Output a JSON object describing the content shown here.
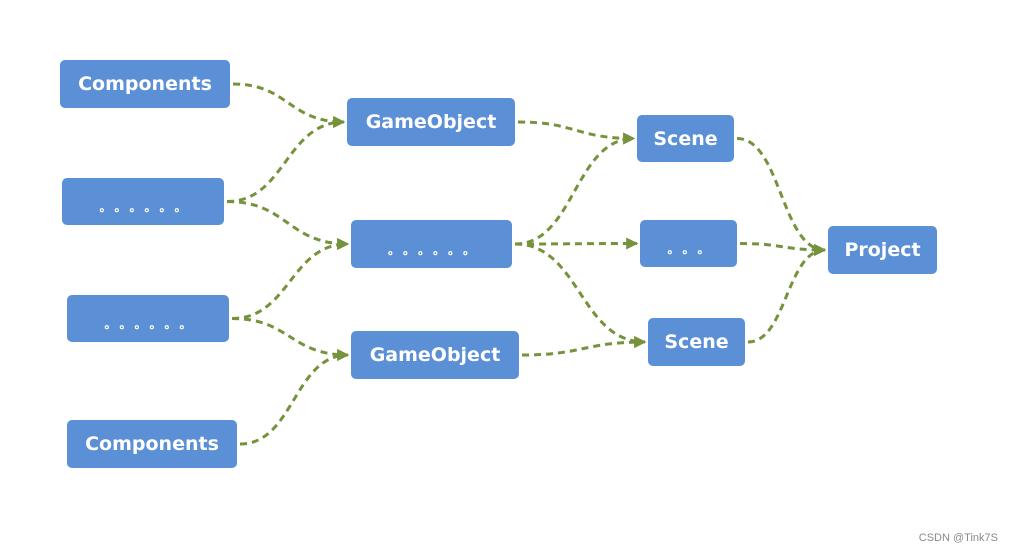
{
  "diagram": {
    "nodes": {
      "components_1": "Components",
      "dots_1": "。。。。。。",
      "dots_2": "。。。。。。",
      "components_2": "Components",
      "gameobject_1": "GameObject",
      "dots_mid": "。。。。。。",
      "gameobject_2": "GameObject",
      "scene_1": "Scene",
      "dots_scene": "。。。",
      "scene_2": "Scene",
      "project": "Project"
    },
    "edges": [
      [
        "components_1",
        "gameobject_1"
      ],
      [
        "dots_1",
        "gameobject_1"
      ],
      [
        "dots_1",
        "dots_mid"
      ],
      [
        "dots_2",
        "dots_mid"
      ],
      [
        "dots_2",
        "gameobject_2"
      ],
      [
        "components_2",
        "gameobject_2"
      ],
      [
        "gameobject_1",
        "scene_1"
      ],
      [
        "dots_mid",
        "scene_1"
      ],
      [
        "dots_mid",
        "dots_scene"
      ],
      [
        "dots_mid",
        "scene_2"
      ],
      [
        "gameobject_2",
        "scene_2"
      ],
      [
        "scene_1",
        "project"
      ],
      [
        "dots_scene",
        "project"
      ],
      [
        "scene_2",
        "project"
      ]
    ],
    "colors": {
      "node_fill": "#5b8fd6",
      "node_text": "#ffffff",
      "edge": "#76923c"
    }
  },
  "watermark": "CSDN @Tink7S"
}
